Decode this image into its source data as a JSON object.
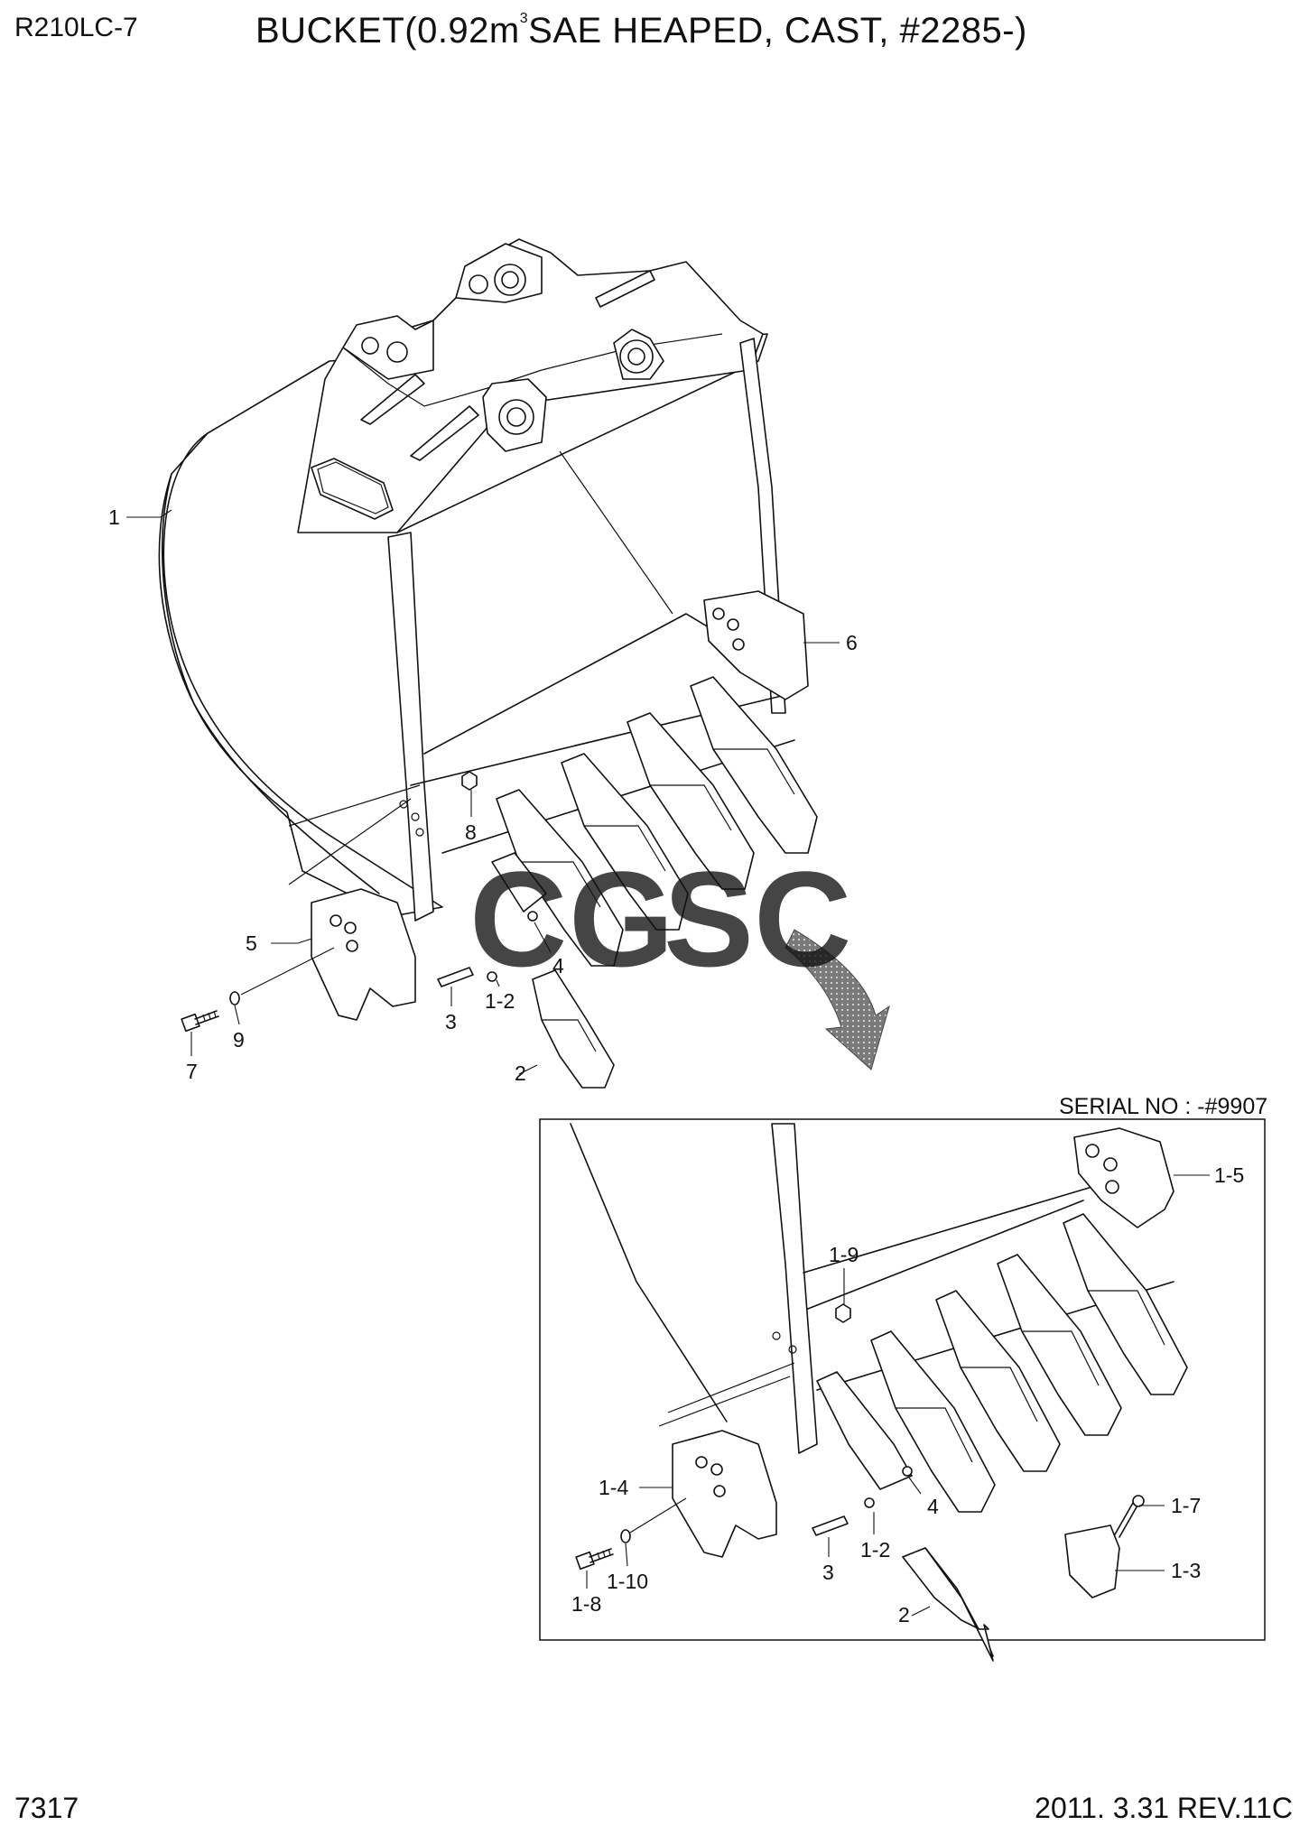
{
  "header": {
    "model": "R210LC-7",
    "title_main": "BUCKET(0.92m",
    "title_sup": "3",
    "title_rest": "SAE HEAPED, CAST, #2285-)"
  },
  "detail": {
    "serial_label": "SERIAL NO : -#9907"
  },
  "footer": {
    "page_number": "7317",
    "date_rev": "2011. 3.31  REV.11C"
  },
  "watermark": {
    "letters": [
      "C",
      "G",
      "S",
      "C"
    ],
    "colors": [
      "#4f8ef5",
      "#ee4b4b",
      "#f7c531",
      "#2aa86a"
    ]
  },
  "callouts_main": [
    "1",
    "6",
    "8",
    "5",
    "4",
    "1-2",
    "3",
    "9",
    "7",
    "2"
  ],
  "callouts_detail": [
    "1-5",
    "1-9",
    "1-4",
    "4",
    "1-7",
    "1-3",
    "3",
    "1-2",
    "1-10",
    "1-8",
    "2"
  ]
}
